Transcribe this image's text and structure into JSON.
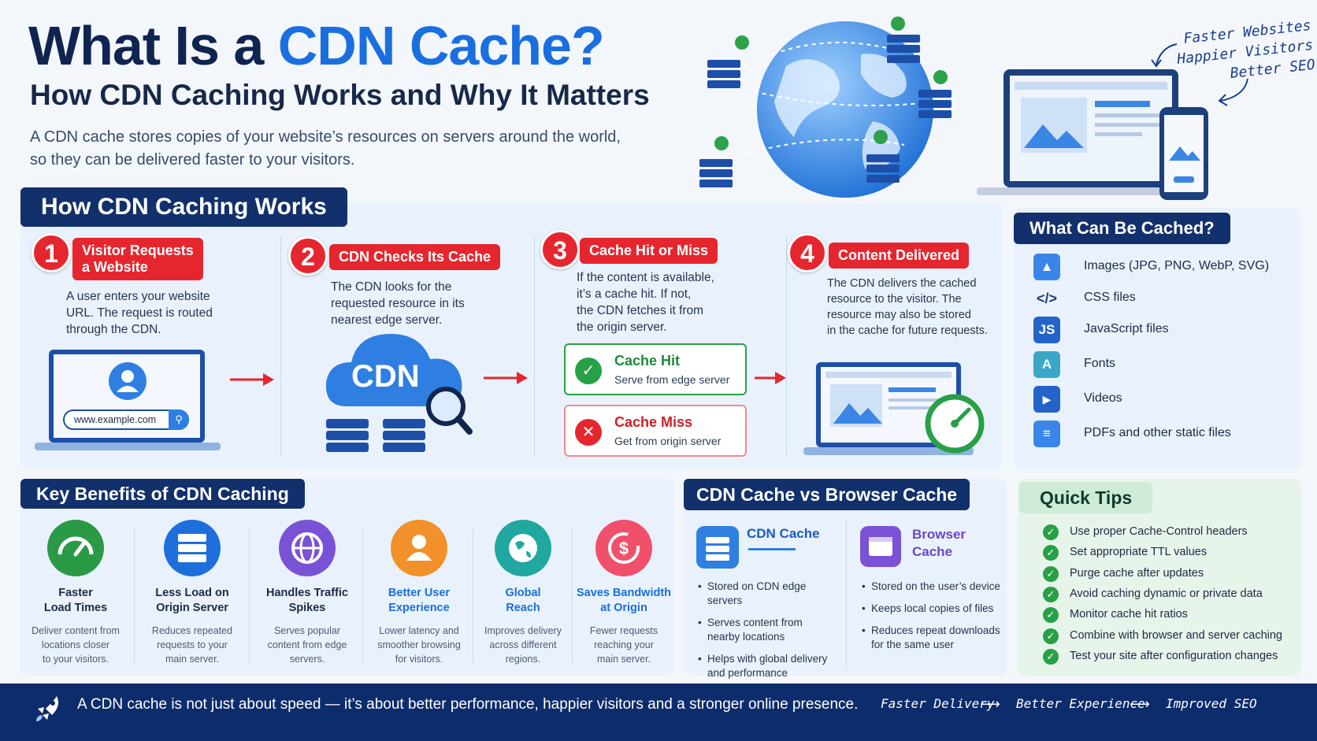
{
  "header": {
    "title_part1": "What Is a ",
    "title_accent": "CDN Cache?",
    "subtitle": "How CDN Caching Works and Why It Matters",
    "intro_line1": "A CDN cache stores copies of your website’s resources on servers around the world,",
    "intro_line2": "so they can be delivered faster to your visitors.",
    "handnote": [
      "Faster Websites",
      "Happier Visitors",
      "Better SEO"
    ]
  },
  "how_it_works": {
    "heading": "How CDN Caching Works",
    "steps": [
      {
        "num": "1",
        "tag_line1": "Visitor Requests",
        "tag_line2": "a Website",
        "desc": [
          "A user enters your website",
          "URL. The request is routed",
          "through the CDN."
        ],
        "url": "www.example.com"
      },
      {
        "num": "2",
        "tag": "CDN Checks Its Cache",
        "desc": [
          "The CDN looks for the",
          "requested resource in its",
          "nearest edge server."
        ],
        "cloud_label": "CDN"
      },
      {
        "num": "3",
        "tag": "Cache Hit or Miss",
        "desc": [
          "If the content is available,",
          "it’s a cache hit. If not,",
          "the CDN fetches it from",
          "the origin server."
        ],
        "hit_title": "Cache Hit",
        "hit_sub": "Serve from edge server",
        "miss_title": "Cache Miss",
        "miss_sub": "Get from origin server"
      },
      {
        "num": "4",
        "tag": "Content Delivered",
        "desc": [
          "The CDN delivers the cached",
          "resource to the visitor. The",
          "resource may also be stored",
          "in the cache for future requests."
        ]
      }
    ]
  },
  "what_can_be_cached": {
    "heading": "What Can Be Cached?",
    "items": [
      {
        "icon": "image-icon",
        "glyph": "▲",
        "label": "Images (JPG, PNG, WebP, SVG)"
      },
      {
        "icon": "code-icon",
        "glyph": "</>",
        "label": "CSS files"
      },
      {
        "icon": "js-icon",
        "glyph": "JS",
        "label": "JavaScript files"
      },
      {
        "icon": "font-icon",
        "glyph": "A",
        "label": "Fonts"
      },
      {
        "icon": "play-icon",
        "glyph": "▶",
        "label": "Videos"
      },
      {
        "icon": "document-icon",
        "glyph": "≡",
        "label": "PDFs and other static files"
      }
    ]
  },
  "benefits": {
    "heading": "Key Benefits of CDN Caching",
    "items": [
      {
        "title_l1": "Faster",
        "title_l2": "Load Times",
        "desc": [
          "Deliver content from",
          "locations closer",
          "to your visitors."
        ],
        "color": "#2a9a47",
        "title_color": "#1c2a44"
      },
      {
        "title_l1": "Less Load on",
        "title_l2": "Origin Server",
        "desc": [
          "Reduces repeated",
          "requests to your",
          "main server."
        ],
        "color": "#1e6fdc",
        "title_color": "#1c2a44"
      },
      {
        "title_l1": "Handles Traffic",
        "title_l2": "Spikes",
        "desc": [
          "Serves popular",
          "content from edge",
          "servers."
        ],
        "color": "#7a52d6",
        "title_color": "#1c2a44"
      },
      {
        "title_l1": "Better User",
        "title_l2": "Experience",
        "desc": [
          "Lower latency and",
          "smoother browsing",
          "for visitors."
        ],
        "color": "#f2902a",
        "title_color": "#1a6fe0"
      },
      {
        "title_l1": "Global",
        "title_l2": "Reach",
        "desc": [
          "Improves delivery",
          "across different",
          "regions."
        ],
        "color": "#1fa7a0",
        "title_color": "#1a6fe0"
      },
      {
        "title_l1": "Saves Bandwidth",
        "title_l2": "at Origin",
        "desc": [
          "Fewer requests",
          "reaching your",
          "main server."
        ],
        "color": "#f0506a",
        "title_color": "#1a6fe0"
      }
    ]
  },
  "vs": {
    "heading": "CDN Cache vs Browser Cache",
    "cdn_title": "CDN Cache",
    "cdn_points": [
      "Stored on CDN edge servers",
      "Serves content from|nearby locations",
      "Helps with global delivery|and performance"
    ],
    "browser_title_l1": "Browser",
    "browser_title_l2": "Cache",
    "browser_points": [
      "Stored on the user’s device",
      "Keeps local copies of files",
      "Reduces repeat downloads|for the same user"
    ]
  },
  "tips": {
    "heading": "Quick Tips",
    "items": [
      "Use proper Cache-Control headers",
      "Set appropriate TTL values",
      "Purge cache after updates",
      "Avoid caching dynamic or private data",
      "Monitor cache hit ratios",
      "Combine with browser and server caching",
      "Test your site after configuration changes"
    ]
  },
  "footer": {
    "text": "A CDN cache is not just about speed — it’s about better performance, happier visitors and a stronger online presence.",
    "flow": [
      "Faster Delivery",
      "Better Experience",
      "Improved SEO"
    ]
  },
  "colors": {
    "navy": "#12306b",
    "accent_blue": "#1a6fe0",
    "step_red": "#e6262e",
    "hit_green": "#27a046",
    "miss_red": "#e6262e"
  }
}
